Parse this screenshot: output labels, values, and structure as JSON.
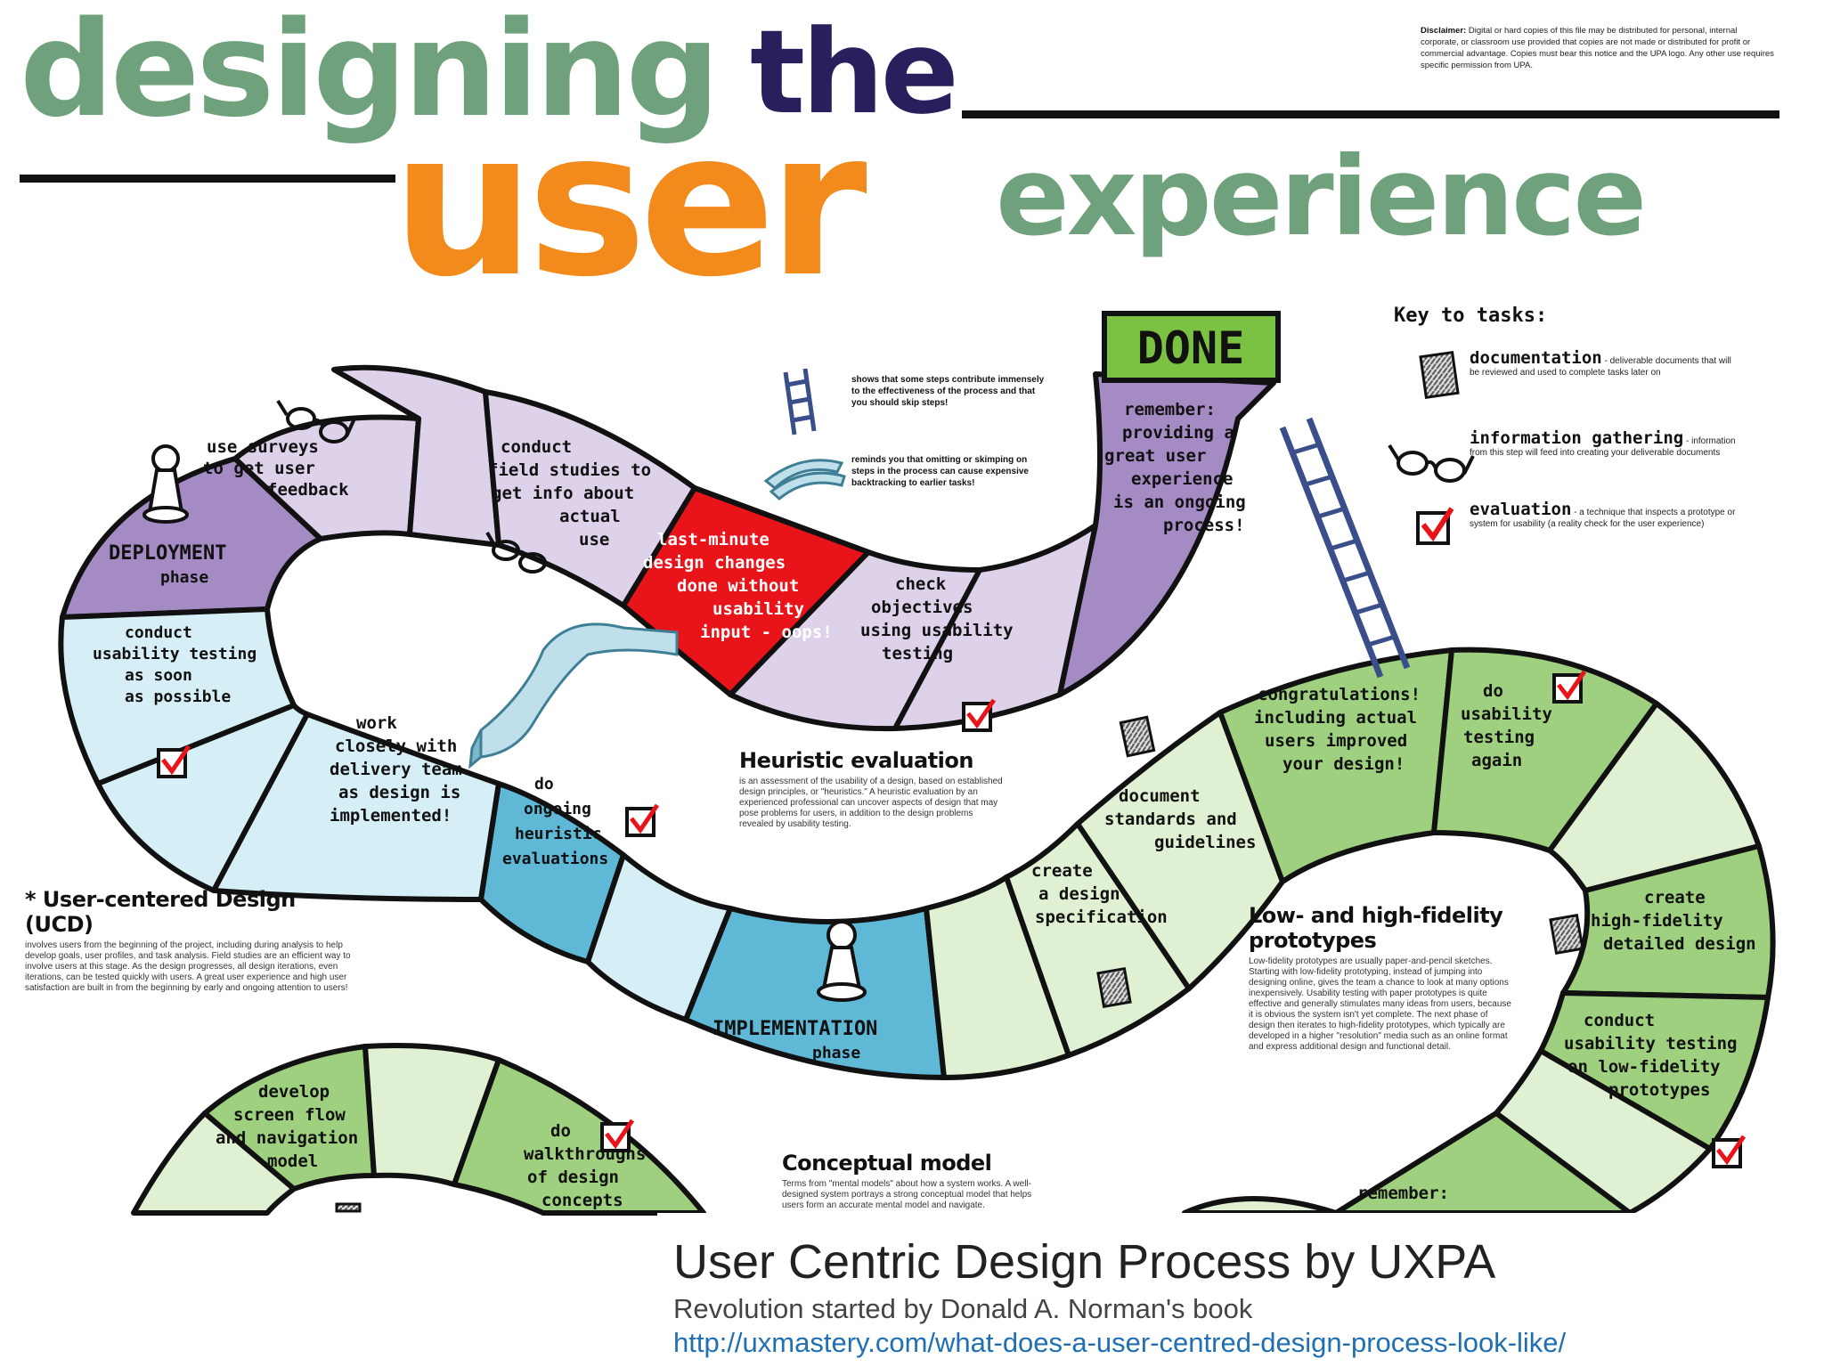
{
  "title": {
    "word1": "designing",
    "word2": "the",
    "word3": "user",
    "word4": "experience"
  },
  "disclaimer": {
    "label": "Disclaimer:",
    "text": "Digital or hard copies of this file may be distributed for personal, internal corporate, or classroom use provided that copies are not made or distributed for profit or commercial advantage. Copies must bear this notice and the UPA logo. Any other use requires specific permission from UPA."
  },
  "done_label": "DONE",
  "key": {
    "title": "Key to tasks:",
    "items": [
      {
        "icon": "documentation-icon",
        "label": "documentation",
        "desc": "- deliverable documents that will be reviewed and used to complete tasks later on"
      },
      {
        "icon": "glasses-icon",
        "label": "information gathering",
        "desc": "- information from this step will feed into creating your deliverable documents"
      },
      {
        "icon": "checkmark-icon",
        "label": "evaluation",
        "desc": "- a technique that inspects a prototype or system for usability (a reality check for the user experience)"
      }
    ]
  },
  "legend": {
    "ladder": "shows that some steps contribute immensely to the effectiveness of the process and that you should skip steps!",
    "slide": "reminds you that omitting or skimping on steps in the process can cause expensive backtracking to earlier tasks!"
  },
  "squares": {
    "remember_done": "remember: providing a great user experience is an ongoing process!",
    "surveys": "use surveys to get user feedback",
    "deployment": "DEPLOYMENT",
    "phase": "phase",
    "field_studies": "conduct field studies to get info about actual use",
    "last_minute": "last-minute design changes done without usability input - oops!",
    "check_objectives": "check objectives using usability testing",
    "conduct_testing_asap": "conduct usability testing as soon as possible",
    "work_closely": "work closely with delivery team as design is implemented!",
    "ongoing_heuristic": "do ongoing heuristic evaluations",
    "implementation": "IMPLEMENTATION",
    "congratulations": "congratulations! including actual users improved your design!",
    "usability_again": "do usability testing again",
    "document_standards": "document standards and guidelines",
    "design_spec": "create a design specification",
    "high_fidelity": "create high-fidelity detailed design",
    "low_fidelity_testing": "conduct usability testing on low-fidelity prototypes",
    "remember_bottom": "remember:",
    "screen_flow": "develop screen flow and navigation model",
    "walkthroughs": "do walkthroughs of design concepts"
  },
  "blocks": {
    "heuristic": {
      "title": "Heuristic evaluation",
      "text": "is an assessment of the usability of a design, based on established design principles, or \"heuristics.\" A heuristic evaluation by an experienced professional can uncover aspects of design that may pose problems for users, in addition to the design problems revealed by usability testing."
    },
    "ucd": {
      "star": "*",
      "title": "User-centered Design (UCD)",
      "text": "involves users from the beginning of the project, including during analysis to help develop goals, user profiles, and task analysis. Field studies are an efficient way to involve users at this stage. As the design progresses, all design iterations, even iterations, can be tested quickly with users. A great user experience and high user satisfaction are built in from the beginning by early and ongoing attention to users!"
    },
    "prototypes": {
      "title": "Low- and high-fidelity prototypes",
      "text": "Low-fidelity prototypes are usually paper-and-pencil sketches. Starting with low-fidelity prototyping, instead of jumping into designing online, gives the team a chance to look at many options inexpensively. Usability testing with paper prototypes is quite effective and generally stimulates many ideas from users, because it is obvious the system isn't yet complete. The next phase of design then iterates to high-fidelity prototypes, which typically are developed in a higher \"resolution\" media such as an online format and express additional design and functional detail."
    },
    "conceptual": {
      "title": "Conceptual model",
      "text": "Terms from \"mental models\" about how a system works. A well-designed system portrays a strong conceptual model that helps users form an accurate mental model and navigate."
    }
  },
  "caption": {
    "title": "User Centric Design Process by UXPA",
    "subtitle": "Revolution started by Donald A. Norman's book",
    "link": "http://uxmastery.com/what-does-a-user-centred-design-process-look-like/"
  },
  "colors": {
    "title_green": "#6fa27c",
    "title_navy": "#2a1e5c",
    "title_orange": "#f28a1c",
    "purple_dark": "#a58bc4",
    "purple_light": "#ddd2ea",
    "blue_dark": "#5fb8d6",
    "blue_light": "#d6eef6",
    "green_dark": "#9fd07f",
    "green_light": "#dff0d3",
    "red": "#e8141a",
    "done_green": "#7cc242"
  }
}
